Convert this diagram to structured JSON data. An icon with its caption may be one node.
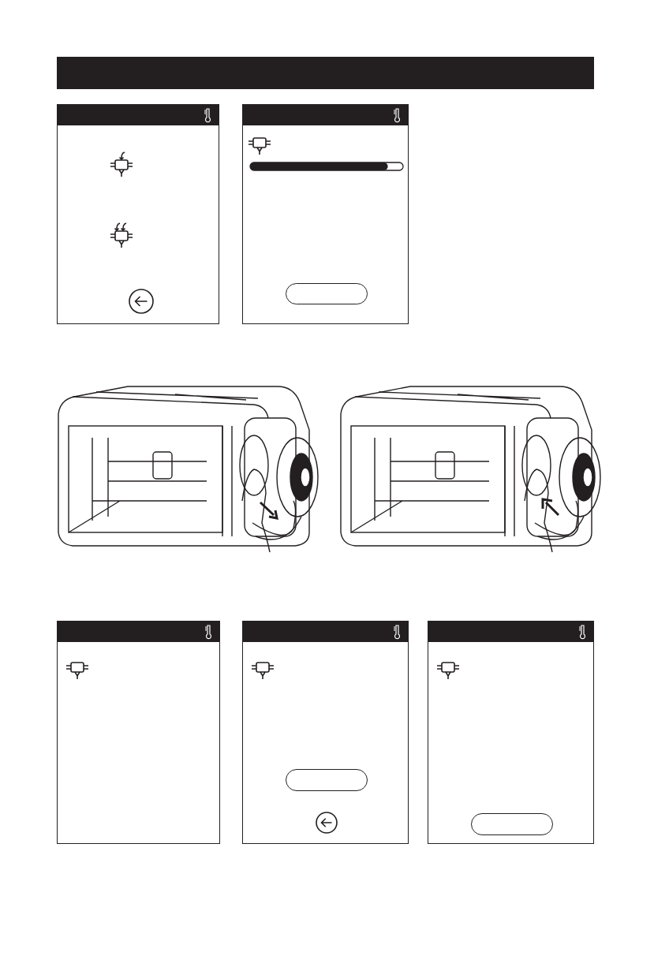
{
  "diagram": {
    "nodes": [
      {
        "text": [],
        "shape": "bar"
      },
      {
        "text": [],
        "shape": "box"
      },
      {
        "text": [],
        "shape": "box"
      },
      {
        "text": [],
        "shape": "picture"
      },
      {
        "text": [],
        "shape": "picture"
      },
      {
        "text": [],
        "shape": "box"
      },
      {
        "text": [],
        "shape": "box"
      },
      {
        "text": [],
        "shape": "box"
      },
      {
        "text": [],
        "shape": "box",
        "in": 2
      },
      {
        "text": [],
        "shape": "box",
        "in": 6
      },
      {
        "text": [],
        "shape": "box",
        "in": 7
      }
    ]
  }
}
